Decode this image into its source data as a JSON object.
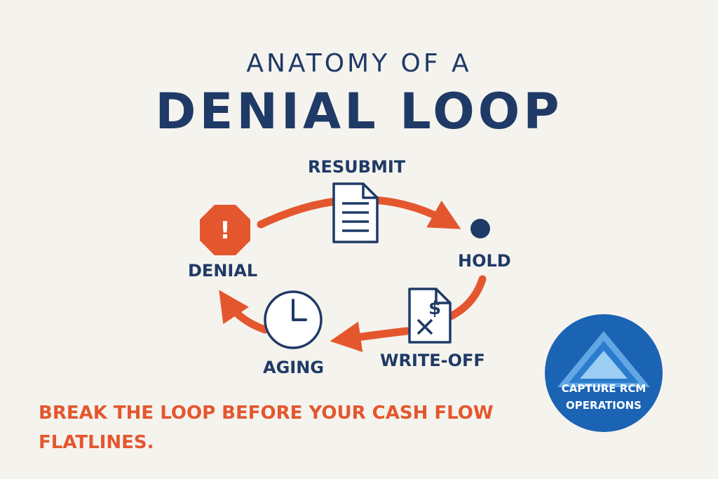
{
  "title": {
    "line1": "ANATOMY OF A",
    "line2": "DENIAL LOOP"
  },
  "nodes": {
    "resubmit": "RESUBMIT",
    "hold": "HOLD",
    "denial": "DENIAL",
    "aging": "AGING",
    "write_off": "WRITE-OFF"
  },
  "icons": {
    "denial": "stop-sign-exclamation-icon",
    "resubmit": "document-icon",
    "hold": "dot-icon",
    "write_off": "invoice-dollar-x-icon",
    "aging": "clock-icon",
    "write_off_symbol": "$",
    "denial_symbol": "!"
  },
  "tagline": "BREAK THE LOOP BEFORE YOUR CASH FLOW FLATLINES.",
  "badge": {
    "line1": "CAPTURE RCM",
    "line2": "OPERATIONS"
  },
  "colors": {
    "navy": "#1f3a66",
    "accent": "#e4572e",
    "badge": "#1b63b3",
    "background": "#f5f3ee"
  }
}
